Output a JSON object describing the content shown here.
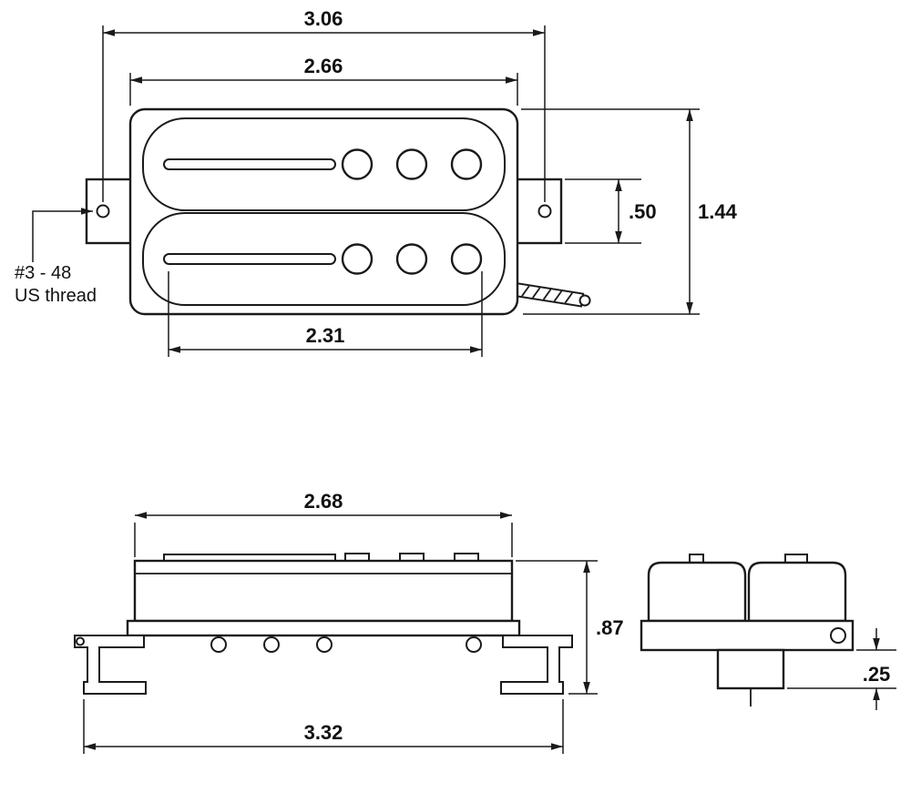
{
  "colors": {
    "line": "#1a1a1a",
    "background": "#ffffff",
    "text": "#111111"
  },
  "top_view": {
    "dim_mounting_hole_spacing": "3.06",
    "dim_body_width": "2.66",
    "dim_tab_height": ".50",
    "dim_body_height": "1.44",
    "dim_pole_span": "2.31",
    "thread_note_line1": "#3 - 48",
    "thread_note_line2": "US thread"
  },
  "side_view": {
    "dim_body_width": "2.68",
    "dim_height": ".87",
    "dim_base_length": "3.32"
  },
  "end_view": {
    "dim_tab_depth": ".25"
  }
}
